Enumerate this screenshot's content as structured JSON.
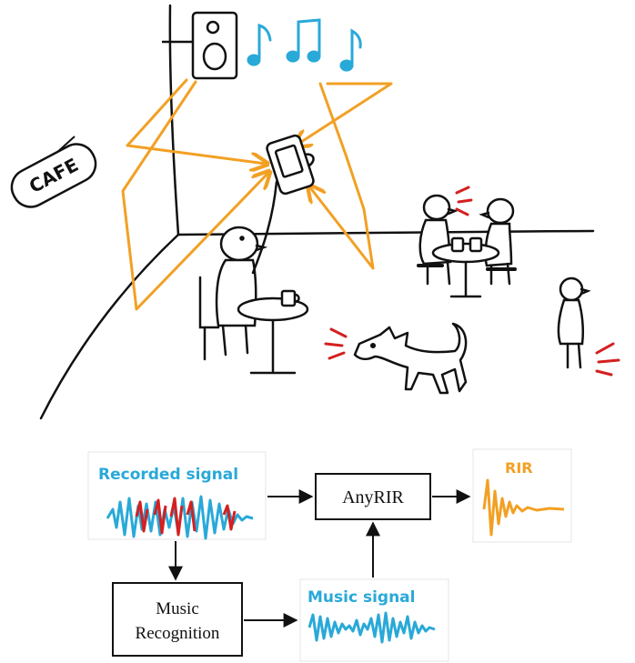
{
  "scene": {
    "cafe_sign": "CAFE"
  },
  "pipeline": {
    "recorded_label": "Recorded signal",
    "anyrir_label": "AnyRIR",
    "rir_label": "RIR",
    "music_recognition_line1": "Music",
    "music_recognition_line2": "Recognition",
    "music_signal_label": "Music signal"
  },
  "colors": {
    "sound_path": "#f2a024",
    "signal_blue": "#29a9d8",
    "noise_red": "#d42020",
    "rir_orange": "#f2a024",
    "ink": "#111111"
  }
}
